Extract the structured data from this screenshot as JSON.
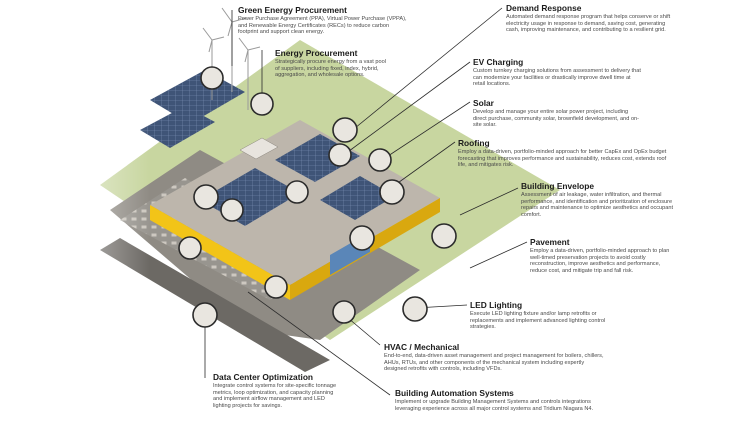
{
  "callouts": [
    {
      "id": "green",
      "title": "Green Energy Procurement",
      "desc": "Power Purchase Agreement (PPA), Virtual Power Purchase (VPPA), and Renewable Energy Certificates (RECs) to reduce carbon footprint and support clean energy."
    },
    {
      "id": "energy",
      "title": "Energy Procurement",
      "desc": "Strategically procure energy from a vast pool of suppliers, including fixed, index, hybrid, aggregation, and wholesale options."
    },
    {
      "id": "demand",
      "title": "Demand Response",
      "desc": "Automated demand response program that helps conserve or shift electricity usage in response to demand, saving cost, generating cash, improving maintenance, and contributing to a resilient grid."
    },
    {
      "id": "ev",
      "title": "EV Charging",
      "desc": "Custom turnkey charging solutions from assessment to delivery that can modernize your facilities or drastically improve dwell time at retail locations."
    },
    {
      "id": "solar",
      "title": "Solar",
      "desc": "Develop and manage your entire solar power project, including direct purchase, community solar, brownfield development, and on-site solar."
    },
    {
      "id": "roofing",
      "title": "Roofing",
      "desc": "Employ a data-driven, portfolio-minded approach for better CapEx and OpEx budget forecasting that improves performance and sustainability, reduces cost, extends roof life, and mitigates risk."
    },
    {
      "id": "envelope",
      "title": "Building Envelope",
      "desc": "Assessment of air leakage, water infiltration, and thermal performance, and identification and prioritization of enclosure repairs and maintenance to optimize aesthetics and occupant comfort."
    },
    {
      "id": "pavement",
      "title": "Pavement",
      "desc": "Employ a data-driven, portfolio-minded approach to plan well-timed preservation projects to avoid costly reconstruction, improve aesthetics and performance, reduce cost, and mitigate trip and fall risk."
    },
    {
      "id": "led",
      "title": "LED Lighting",
      "desc": "Execute LED lighting fixture and/or lamp retrofits or replacements and implement advanced lighting control strategies."
    },
    {
      "id": "hvac",
      "title": "HVAC / Mechanical",
      "desc": "End-to-end, data-driven asset management and project management for boilers, chillers, AHUs, RTUs, and other components of the mechanical system including expertly designed retrofits with controls, including VFDs."
    },
    {
      "id": "datacenter",
      "title": "Data Center Optimization",
      "desc": "Integrate control systems for site-specific tonnage metrics, loop optimization, and capacity planning and implement airflow management and LED lighting projects for savings."
    },
    {
      "id": "bas",
      "title": "Building Automation Systems",
      "desc": "Implement or upgrade Building Management Systems and controls integrations leveraging experience across all major control systems and Tridium Niagara N4."
    }
  ],
  "colors": {
    "accent": "#f2c418",
    "roof": "#b9b2a8",
    "grass": "#a9c27a",
    "panel": "#3f5477",
    "glass": "#5a86b8",
    "lines": "#2b2b2b"
  }
}
